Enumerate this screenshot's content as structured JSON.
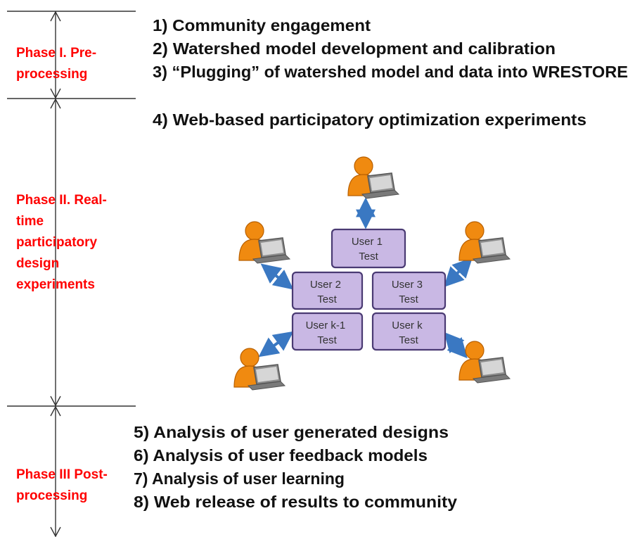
{
  "phases": [
    {
      "lines": [
        "Phase I. Pre-",
        "processing"
      ],
      "color": "#ff0000"
    },
    {
      "lines": [
        "Phase II. Real-",
        "time",
        "participatory",
        "design",
        "experiments"
      ],
      "color": "#ff0000"
    },
    {
      "lines": [
        "Phase III Post-",
        "processing"
      ],
      "color": "#ff0000"
    }
  ],
  "steps_phase1": [
    "1) Community engagement",
    "2) Watershed model development and calibration",
    "3) “Plugging” of watershed model and data into WRESTORE"
  ],
  "step_phase2": "4) Web-based participatory optimization experiments",
  "steps_phase3": [
    "5) Analysis of user generated designs",
    "6) Analysis of user feedback models",
    "7) Analysis of user learning",
    "8) Web release of results to community"
  ],
  "user_tests": [
    {
      "line1": "User 1",
      "line2": "Test"
    },
    {
      "line1": "User 2",
      "line2": "Test"
    },
    {
      "line1": "User 3",
      "line2": "Test"
    },
    {
      "line1": "User k-1",
      "line2": "Test"
    },
    {
      "line1": "User k",
      "line2": "Test"
    }
  ],
  "colors": {
    "phase_text": "#ff0000",
    "box_fill": "#c9b8e4",
    "box_stroke": "#4a3a73",
    "arrow": "#3a78c2",
    "user_body": "#f08a10",
    "laptop": "#9a9a9a"
  },
  "icons": [
    "user-laptop-icon",
    "double-arrow-icon"
  ]
}
